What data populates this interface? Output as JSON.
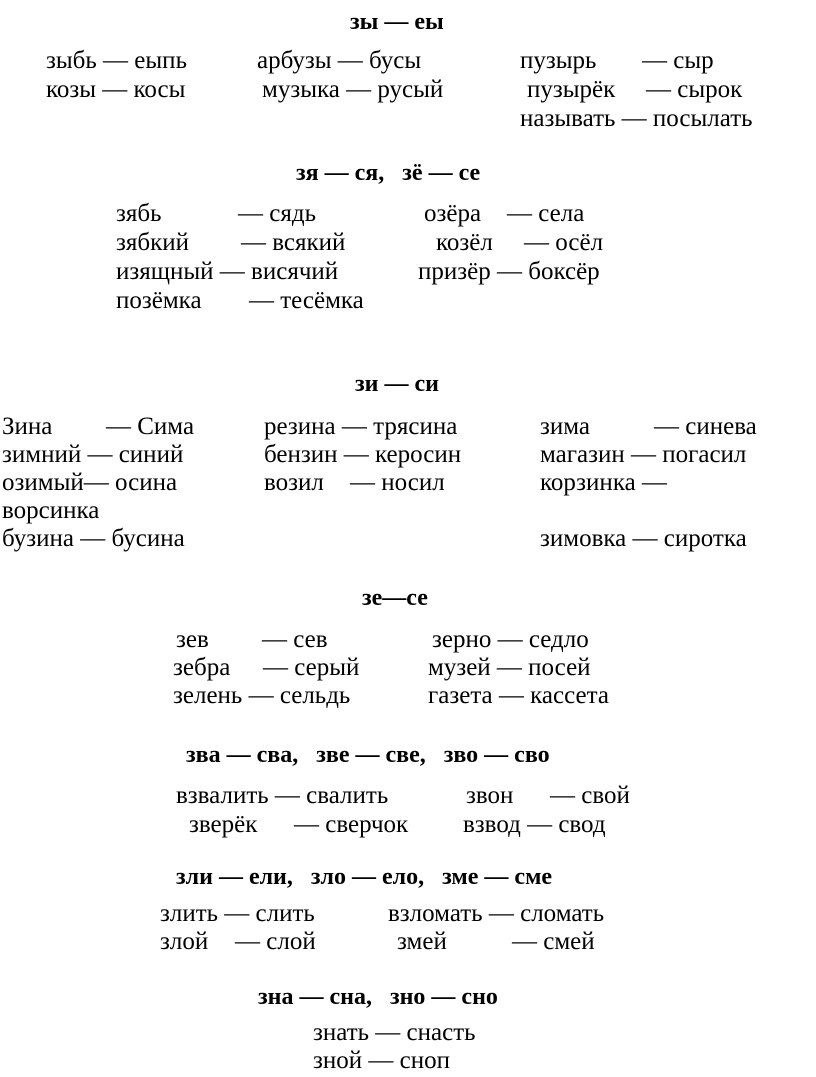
{
  "sections": [
    {
      "heading": "зы — еы",
      "lines": [
        "зыбь — еыпь",
        "арбузы — бусы",
        "пузырь",
        "— сыр",
        "козы — косы",
        "музыка — русый",
        "пузырёк",
        "— сырок",
        "называть — посылать"
      ]
    },
    {
      "heading": "зя — ся,   зё — се",
      "lines": [
        "зябь",
        "— сядь",
        "озёра",
        "— села",
        "зябкий",
        "— всякий",
        "козёл",
        "— осёл",
        "изящный — висячий",
        "призёр — боксёр",
        "позёмка",
        "— тесёмка"
      ]
    },
    {
      "heading": "зи — си",
      "lines": [
        "Зина",
        "— Сима",
        "резина — трясина",
        "зима",
        "— синева",
        "зимний — синий",
        "бензин — керосин",
        "магазин — погасил",
        "озимый— осина",
        "возил",
        "— носил",
        "корзинка —",
        "ворсинка",
        "бузина — бусина",
        "зимовка — сиротка"
      ]
    },
    {
      "heading": "зе—се",
      "lines": [
        "зев",
        "— сев",
        "зерно — седло",
        "зебра",
        "— серый",
        "музей — посей",
        "зелень — сельдь",
        "газета — кассета"
      ]
    },
    {
      "heading": "зва — сва,   зве — све,   зво — сво",
      "lines": [
        "взвалить — свалить",
        "звон",
        "— свой",
        "зверёк",
        "— сверчок",
        "взвод — свод"
      ]
    },
    {
      "heading": "зли — ели,   зло — ело,   зме — сме",
      "lines": [
        "злить — слить",
        "взломать — сломать",
        "злой",
        "— слой",
        "змей",
        "— смей"
      ]
    },
    {
      "heading": "зна — сна,   зно — сно",
      "lines": [
        "знать — снасть",
        "зной — сноп"
      ]
    }
  ]
}
